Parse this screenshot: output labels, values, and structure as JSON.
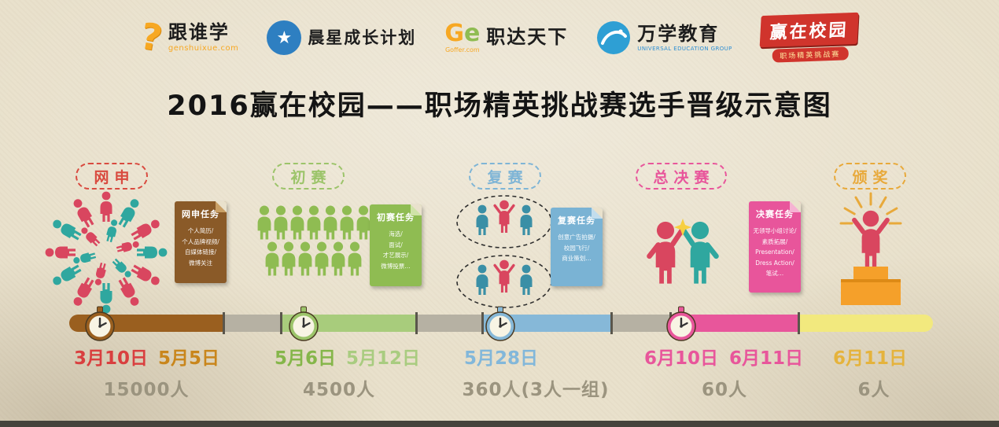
{
  "header": {
    "title": "2016赢在校园——职场精英挑战赛选手晋级示意图",
    "logos": [
      {
        "name": "跟谁学",
        "sub": "genshuixue.com"
      },
      {
        "name": "晨星成长计划",
        "sub": ""
      },
      {
        "name": "职达天下",
        "sub": "Goffer.com"
      },
      {
        "name": "万学教育",
        "sub": "UNIVERSAL EDUCATION GROUP"
      },
      {
        "name": "赢在校园",
        "sub": "职场精英挑战赛"
      }
    ]
  },
  "palette": {
    "background": "#e9e1cc",
    "stage_colors": [
      "#d94a3f",
      "#9cc46a",
      "#7fb5d6",
      "#e8569b",
      "#e8a93a"
    ],
    "bar_colors": [
      "#9a5f1f",
      "#a8cc7c",
      "#86b8d8",
      "#e8569b",
      "#f2e97e"
    ],
    "connector_gray": "#b6b1a3"
  },
  "stages": [
    {
      "label": "网申"
    },
    {
      "label": "初赛"
    },
    {
      "label": "复赛"
    },
    {
      "label": "总决赛"
    },
    {
      "label": "颁奖"
    }
  ],
  "notes": [
    {
      "title": "网申任务",
      "lines": [
        "个人简历/",
        "个人品牌视频/",
        "自媒体链接/",
        "微博关注"
      ]
    },
    {
      "title": "初赛任务",
      "lines": [
        "海选/",
        "面试/",
        "才艺展示/",
        "微博投票…"
      ]
    },
    {
      "title": "复赛任务",
      "lines": [
        "创意广告拍摄/",
        "校园飞行/",
        "商业策划…"
      ]
    },
    {
      "title": "决赛任务",
      "lines": [
        "无领导小组讨论/",
        "素质拓展/",
        "Presentation/",
        "Dress Action/",
        "笔试…"
      ]
    }
  ],
  "timeline": {
    "dates": [
      "3月10日",
      "5月5日",
      "5月6日",
      "5月12日",
      "5月28日",
      "6月10日",
      "6月11日",
      "6月11日"
    ],
    "counts": [
      "15000人",
      "4500人",
      "360人(3人一组)",
      "60人",
      "6人"
    ]
  }
}
